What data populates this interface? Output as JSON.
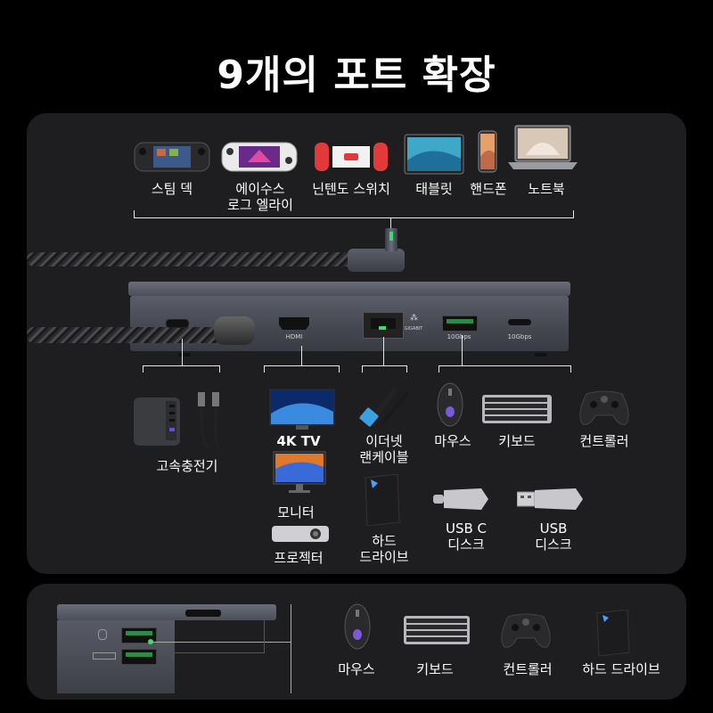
{
  "title": "9개의 포트 확장",
  "top_devices": [
    {
      "label": "스팀 덱",
      "icon": "steam-deck-icon"
    },
    {
      "label": "에이수스\n로그 엘라이",
      "icon": "rog-ally-icon"
    },
    {
      "label": "닌텐도 스위치",
      "icon": "nintendo-switch-icon"
    },
    {
      "label": "태블릿",
      "icon": "tablet-icon"
    },
    {
      "label": "핸드폰",
      "icon": "phone-icon"
    },
    {
      "label": "노트북",
      "icon": "laptop-icon"
    }
  ],
  "hub_ports": {
    "hdmi": "HDMI",
    "ethernet": "GIGABIT",
    "usba": "10Gbps",
    "usbc": "10Gbps"
  },
  "port_devices": {
    "charger": "고속충전기",
    "tv": "4K TV",
    "monitor": "모니터",
    "projector": "프로젝터",
    "ethernet_cable": "이더넷\n랜케이블",
    "hard_drive": "하드\n드라이브",
    "mouse": "마우스",
    "keyboard": "키보드",
    "controller": "컨트롤러",
    "usbc_disk": "USB C\n디스크",
    "usb_disk": "USB\n디스크"
  },
  "bottom_devices": [
    {
      "label": "마우스",
      "icon": "mouse-icon"
    },
    {
      "label": "키보드",
      "icon": "keyboard-icon"
    },
    {
      "label": "컨트롤러",
      "icon": "controller-icon"
    },
    {
      "label": "하드 드라이브",
      "icon": "hard-drive-icon"
    }
  ],
  "colors": {
    "background": "#000000",
    "panel": "#1e1e21",
    "accent_green": "#3ddc6a",
    "hub_gray": "#4c4f59"
  }
}
